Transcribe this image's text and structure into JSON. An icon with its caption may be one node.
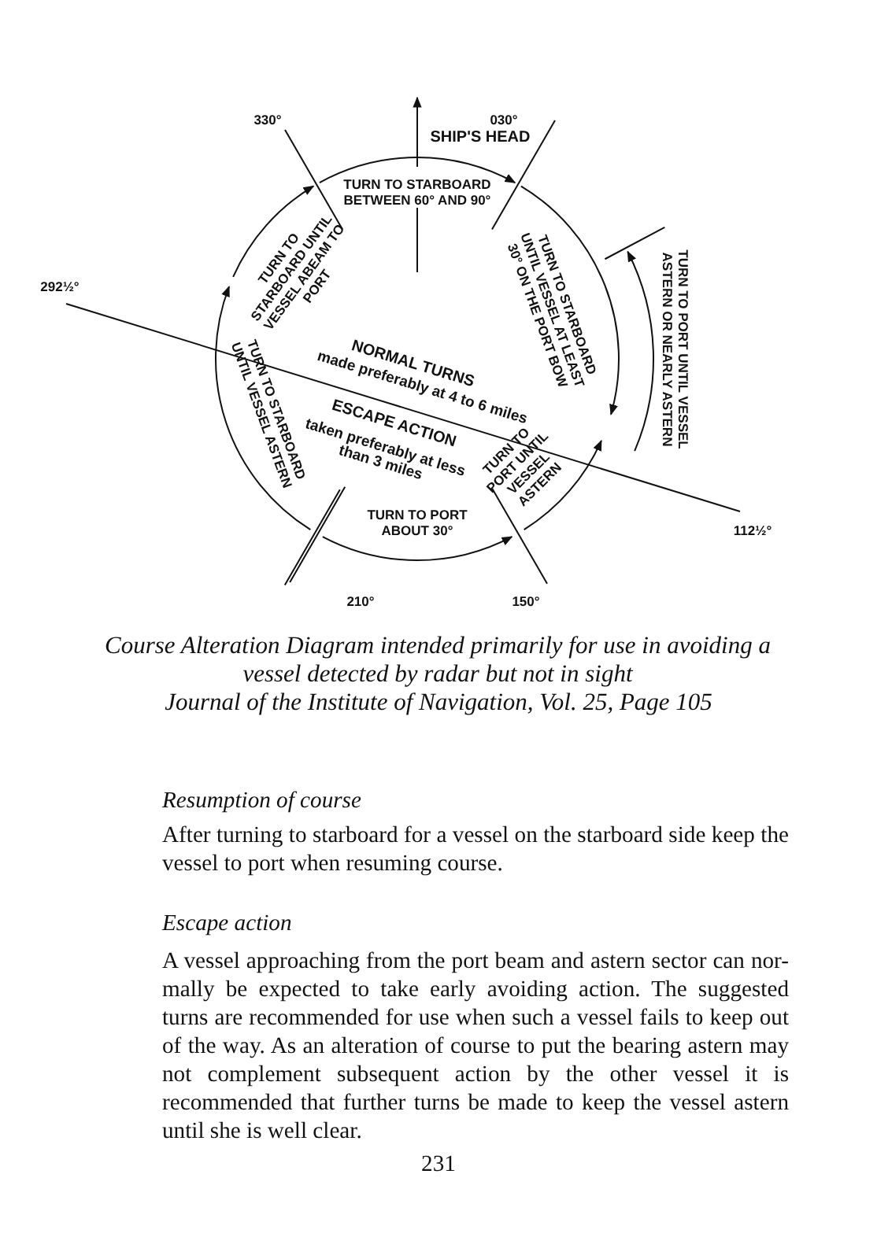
{
  "diagram": {
    "caption": "Course Alteration Diagram intended primarily for use in avoiding a vessel detected by radar but not in sight",
    "labels": [
      "330°",
      "SHIP'S HEAD",
      "030°",
      "TURN TO STARBOARD BETWEEN 60° AND 90°",
      "TURN TO STARBOARD UNTIL VESSEL ABEAM TO PORT",
      "TURN TO STARBOARD UNTIL VESSEL AT LEAST 30° ON THE PORT BOW",
      "292½°",
      "TURN TO PORT UNTIL VESSEL ASTERN OR NEARLY ASTERN",
      "NORMAL TURNS",
      "made preferably at 4 to 6 miles",
      "TURN TO STARBOARD UNTIL VESSEL ASTERN",
      "ESCAPE ACTION",
      "taken preferably at less than 3 miles",
      "TURN TO PORT UNTIL VESSEL ASTERN",
      "112½°",
      "TURN TO PORT ABOUT 30°",
      "210°",
      "150°",
      "Journal of the Institute of Navigation, Vol. 25, Page 105",
      "Resumption of course",
      "After turning to starboard for a vessel on the starboard side keep the vessel to port when resuming course.",
      "Escape action",
      "A vessel approaching from the port beam and astern sector can nor-mally be expected to take early avoiding action. The suggested turns are recommended for use when such a vessel fails to keep out of the way. As an alteration of course to put the bearing astern may not complement subsequent action by the other vessel it is recommended that further turns be made to keep the vessel astern until she is well clear.",
      "231"
    ]
  }
}
